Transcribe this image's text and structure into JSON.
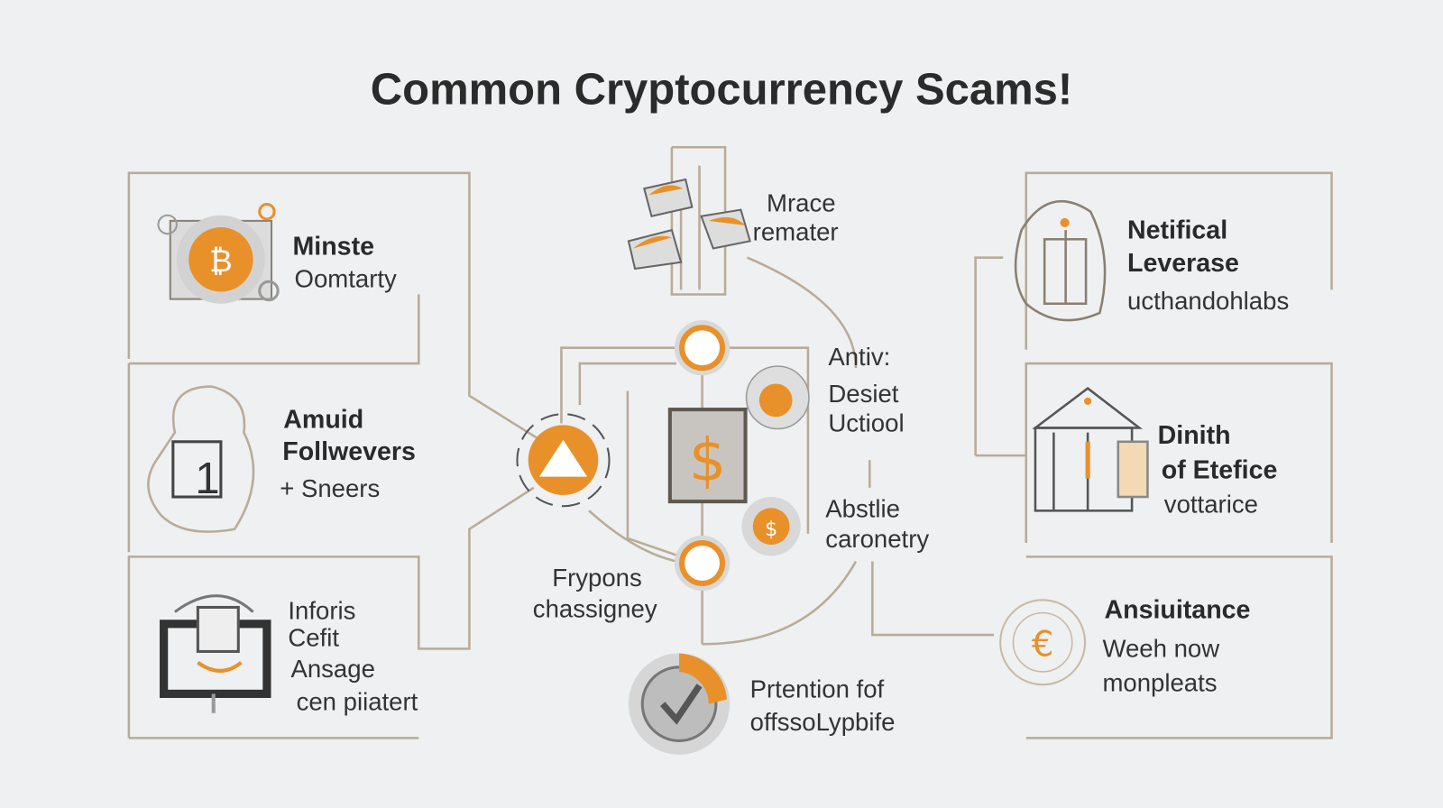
{
  "title": "Common Cryptocurrency Scams!",
  "colors": {
    "background": "#eef0f1",
    "accent": "#e8912a",
    "line": "#b5a590",
    "text": "#2b2b2b"
  },
  "panels": [
    {
      "id": "minste",
      "title": "Minste",
      "subtitle": "Oomtarty",
      "icon": "bitcoin-gear-icon"
    },
    {
      "id": "amuid",
      "title_lines": [
        "Amuid",
        "Follwevers"
      ],
      "subtitle": "+ Sneers",
      "icon": "head-profile-icon"
    },
    {
      "id": "inforis",
      "lines": [
        "Inforis",
        "Cefit",
        "Ansage",
        "cen piiatert"
      ],
      "icon": "monitor-chip-icon"
    },
    {
      "id": "netifical",
      "title_lines": [
        "Netifical",
        "Leverase"
      ],
      "subtitle": "ucthandohlabs",
      "icon": "robot-head-icon"
    },
    {
      "id": "dinith",
      "title_lines": [
        "Dinith",
        "of Etefice"
      ],
      "subtitle": "vottarice",
      "icon": "bank-building-icon"
    },
    {
      "id": "ansiuitance",
      "title": "Ansiuitance",
      "lines": [
        "Weeh now",
        "monpleats"
      ],
      "icon": "euro-coin-icon"
    }
  ],
  "center_labels": {
    "mrace": [
      "Mrace",
      "remater"
    ],
    "antiv": [
      "Antiv:",
      "Desiet",
      "Uctiool"
    ],
    "abstlie": [
      "Abstlie",
      "caronetry"
    ],
    "frypons": [
      "Frypons",
      "chassigney"
    ],
    "prtention": [
      "Prtention fof",
      "offssoLypbife"
    ]
  }
}
